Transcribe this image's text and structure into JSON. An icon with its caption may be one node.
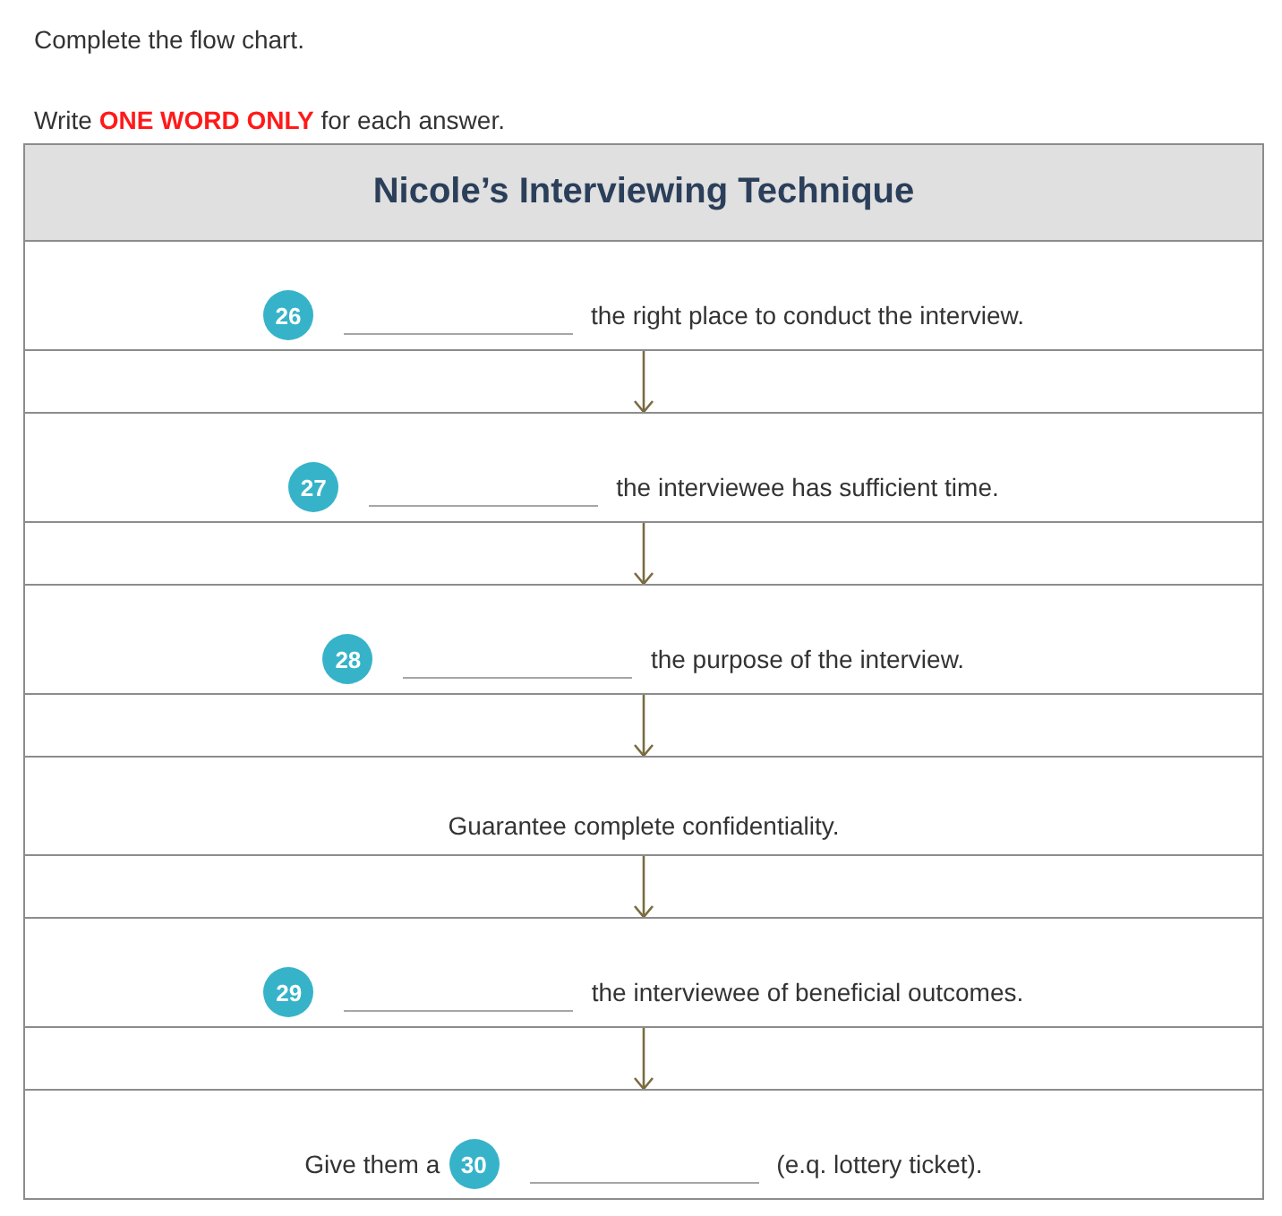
{
  "diagram": {
    "nodes": [
      {
        "text": [
          "Nicole’s Interviewing Technique"
        ]
      },
      {
        "text": [
          "26",
          "the right place to conduct the interview."
        ]
      },
      {
        "text": [
          "27",
          "the interviewee has sufficient time."
        ]
      },
      {
        "text": [
          "28",
          "the purpose of the interview."
        ]
      },
      {
        "text": [
          "Guarantee complete confidentiality."
        ]
      },
      {
        "text": [
          "29",
          "the interviewee of beneficial outcomes."
        ]
      },
      {
        "text": [
          "Give them a",
          "30",
          "(e.q. lottery ticket)."
        ]
      }
    ],
    "edges": [
      {
        "from": 1,
        "to": 2,
        "arrow": "to"
      },
      {
        "from": 2,
        "to": 3,
        "arrow": "to"
      },
      {
        "from": 3,
        "to": 4,
        "arrow": "to"
      },
      {
        "from": 4,
        "to": 5,
        "arrow": "to"
      },
      {
        "from": 5,
        "to": 6,
        "arrow": "to"
      }
    ],
    "labels": [
      "Complete the flow chart.",
      "Write **ONE WORD ONLY** for each answer."
    ]
  }
}
